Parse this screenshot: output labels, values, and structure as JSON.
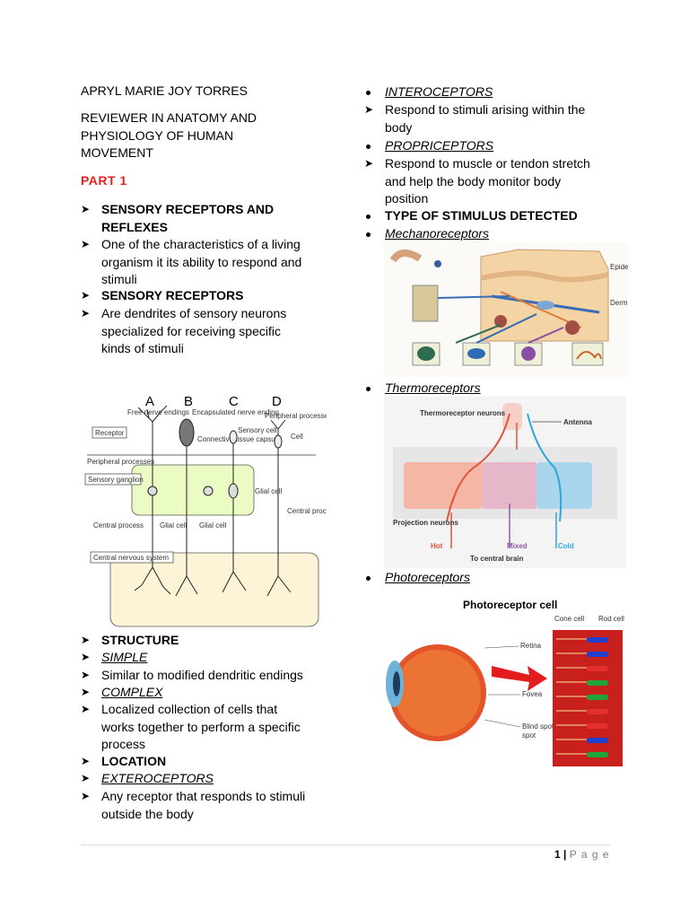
{
  "left": {
    "author": "APRYL MARIE JOY TORRES",
    "title_lines": [
      "REVIEWER IN ANATOMY AND",
      "PHYSIOLOGY OF HUMAN",
      "MOVEMENT"
    ],
    "part": "PART 1",
    "sensory_heading_lines": [
      "SENSORY RECEPTORS AND",
      "REFLEXES"
    ],
    "sensory_desc_lines": [
      "One of the characteristics of a living",
      "organism it its ability to respond and",
      "stimuli"
    ],
    "receptors_heading": "SENSORY RECEPTORS",
    "receptors_desc_lines": [
      "Are dendrites of sensory neurons",
      "specialized for receiving specific",
      "kinds of stimuli"
    ],
    "diagram": {
      "letters": [
        "A",
        "B",
        "C",
        "D"
      ],
      "labels": {
        "free": "Free nerve endings",
        "encap": "Encapsulated nerve ending",
        "connective": "Connective tissue capsule",
        "sensory_cell": "Sensory cell",
        "peripheral_top": "Peripheral processes",
        "cell": "Cell",
        "receptor": "Receptor",
        "peripheral": "Peripheral processes",
        "ganglion": "Sensory ganglion",
        "glial": "Glial cell",
        "central_process_l": "Central process",
        "glial_l1": "Glial cell",
        "glial_l2": "Glial cell",
        "central_process_r": "Central process",
        "cns": "Central nervous system"
      }
    },
    "structure": "STRUCTURE",
    "simple": "SIMPLE",
    "simple_desc": "Similar to modified dendritic endings",
    "complex": "COMPLEX",
    "complex_desc_lines": [
      "Localized collection of cells that",
      "works together to perform a specific",
      "process"
    ],
    "location": "LOCATION",
    "extero": "EXTEROCEPTORS",
    "extero_desc_lines": [
      "Any receptor that responds to stimuli",
      "outside the body"
    ]
  },
  "right": {
    "intero": "INTEROCEPTORS",
    "intero_desc_lines": [
      "Respond to stimuli arising within the",
      "body"
    ],
    "proprio": "PROPRICEPTORS",
    "proprio_desc_lines": [
      "Respond to muscle or tendon stretch",
      "and help the body monitor body",
      "position"
    ],
    "type_heading": "TYPE OF STIMULUS DETECTED",
    "mechano": "Mechanoreceptors",
    "thermo": "Thermoreceptors",
    "thermo_fig": {
      "neurons": "Thermoreceptor neurons",
      "antenna": "Antenna",
      "projection": "Projection neurons",
      "hot": "Hot",
      "mixed": "Mixed",
      "cold": "Cold",
      "brain": "To central brain"
    },
    "photo": "Photoreceptors",
    "photo_fig": {
      "title": "Photoreceptor cell",
      "cone": "Cone cell",
      "rod": "Rod cell",
      "retina": "Retina",
      "fovea": "Fovea",
      "blind": "Blind spot"
    }
  },
  "footer": {
    "page": "1",
    "sep": "|",
    "label": "P a g e"
  },
  "colors": {
    "part_red": "#e8201e",
    "ganglion": "#eafcc4",
    "cns": "#fdf3d7"
  }
}
